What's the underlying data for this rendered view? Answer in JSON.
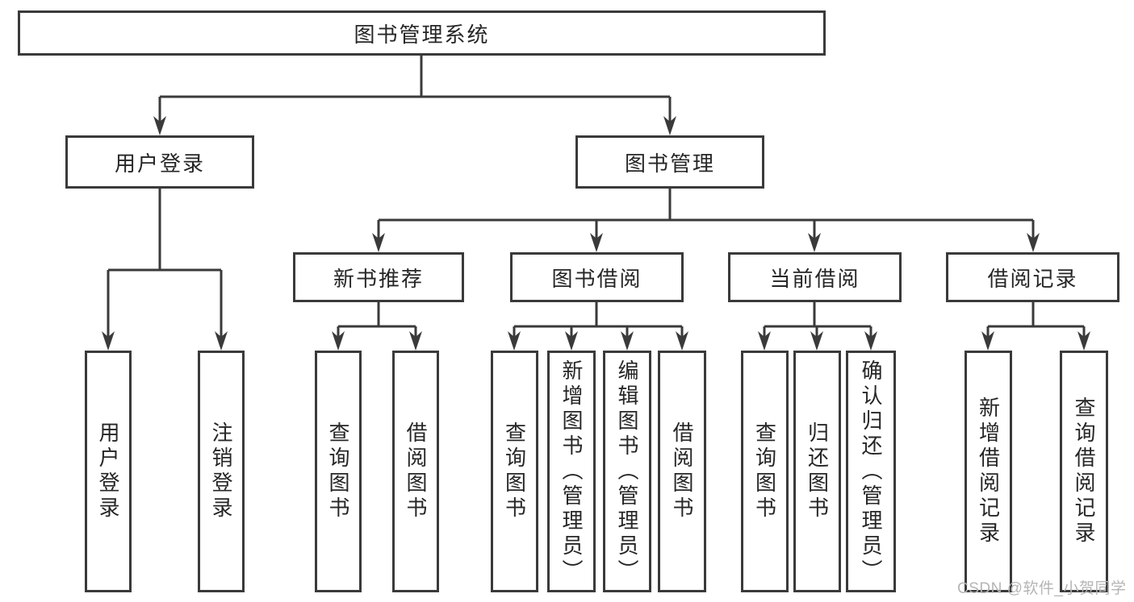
{
  "colors": {
    "line": "#3a3a3a",
    "box_border": "#3a3a3a",
    "text": "#262626",
    "watermark": "#b5b5b5",
    "background": "#ffffff"
  },
  "watermark": {
    "text": "CSDN @软件_小贺同学"
  },
  "tree": {
    "label": "图书管理系统",
    "children": [
      {
        "label": "用户登录",
        "children": [
          {
            "label": "用户登录"
          },
          {
            "label": "注销登录"
          }
        ]
      },
      {
        "label": "图书管理",
        "children": [
          {
            "label": "新书推荐",
            "children": [
              {
                "label": "查询图书"
              },
              {
                "label": "借阅图书"
              }
            ]
          },
          {
            "label": "图书借阅",
            "children": [
              {
                "label": "查询图书"
              },
              {
                "label": "新增图书（管理员）"
              },
              {
                "label": "编辑图书（管理员）"
              },
              {
                "label": "借阅图书"
              }
            ]
          },
          {
            "label": "当前借阅",
            "children": [
              {
                "label": "查询图书"
              },
              {
                "label": "归还图书"
              },
              {
                "label": "确认归还（管理员）"
              }
            ]
          },
          {
            "label": "借阅记录",
            "children": [
              {
                "label": "新增借阅记录"
              },
              {
                "label": "查询借阅记录"
              }
            ]
          }
        ]
      }
    ]
  }
}
